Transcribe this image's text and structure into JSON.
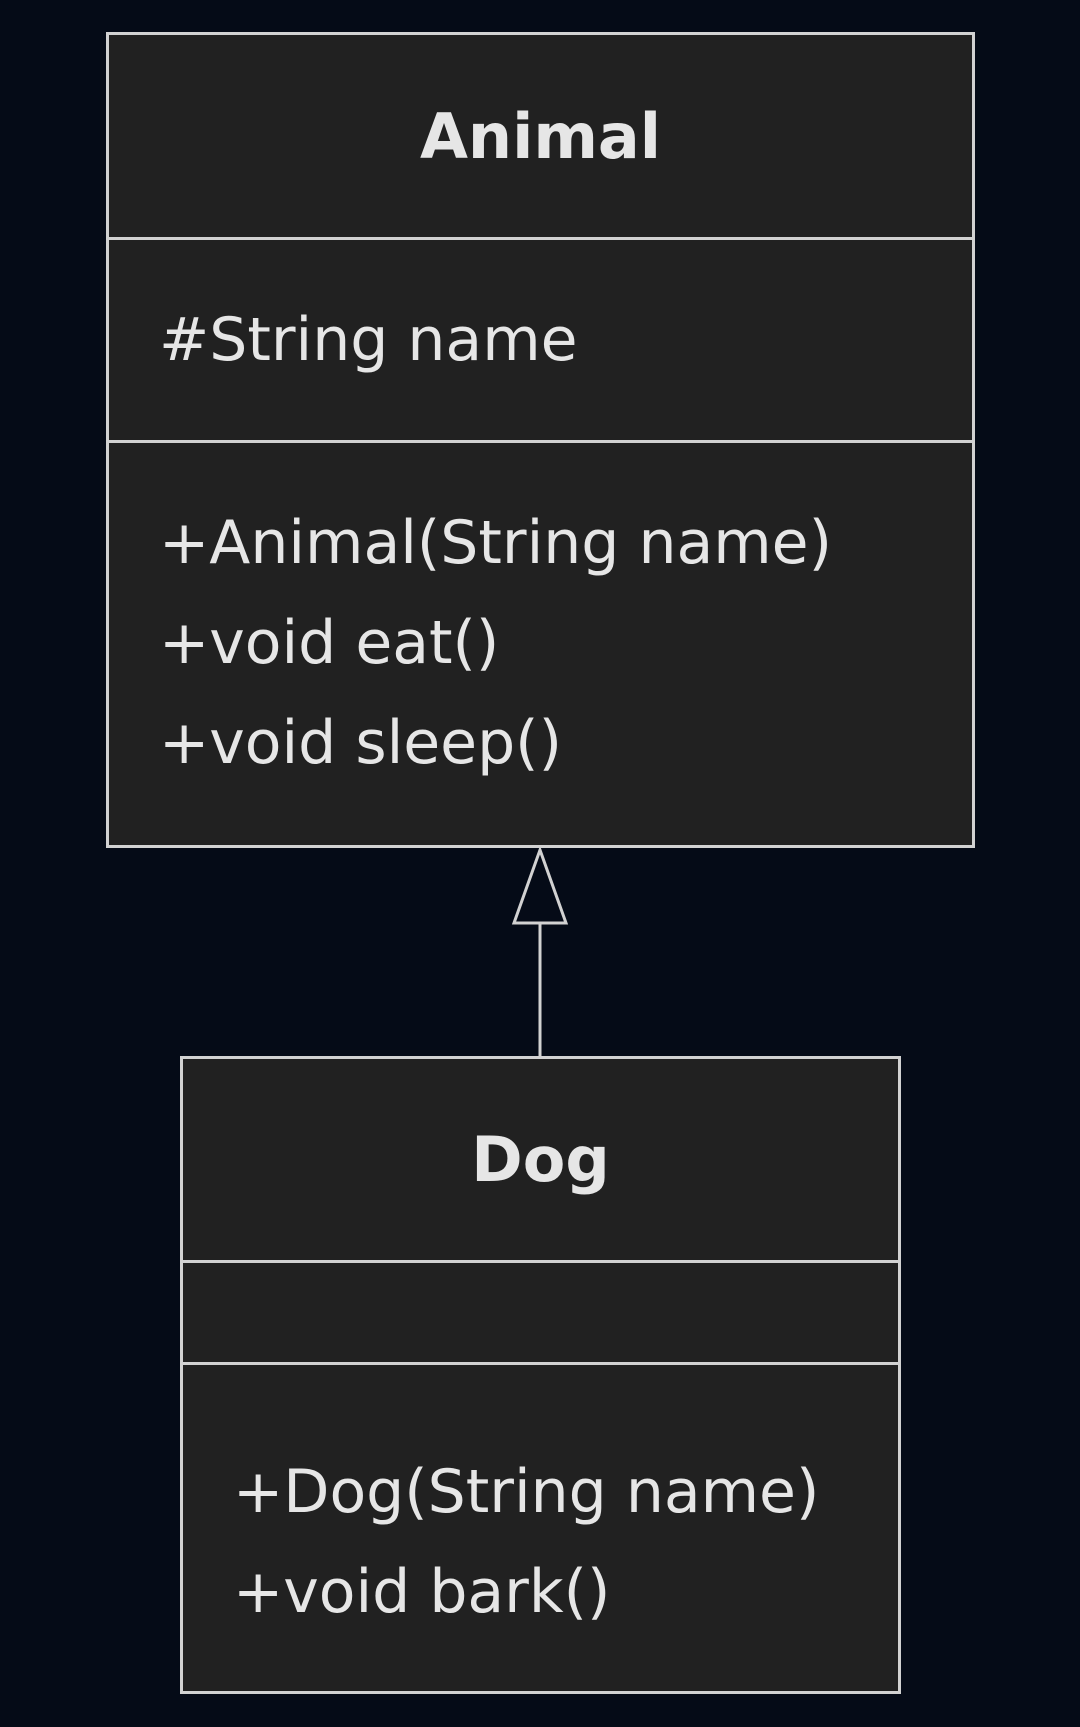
{
  "diagram": {
    "type": "uml-class-diagram",
    "colors": {
      "background": "#050b17",
      "box_fill": "#212121",
      "stroke": "#d2d2d2",
      "text": "#e6e6e6"
    },
    "classes": [
      {
        "name": "Animal",
        "attributes": [
          "#String name"
        ],
        "methods": [
          "+Animal(String name)",
          "+void eat()",
          "+void sleep()"
        ]
      },
      {
        "name": "Dog",
        "attributes": [],
        "methods": [
          "+Dog(String name)",
          "+void bark()"
        ]
      }
    ],
    "relationships": [
      {
        "type": "inheritance",
        "from": "Dog",
        "to": "Animal"
      }
    ]
  }
}
